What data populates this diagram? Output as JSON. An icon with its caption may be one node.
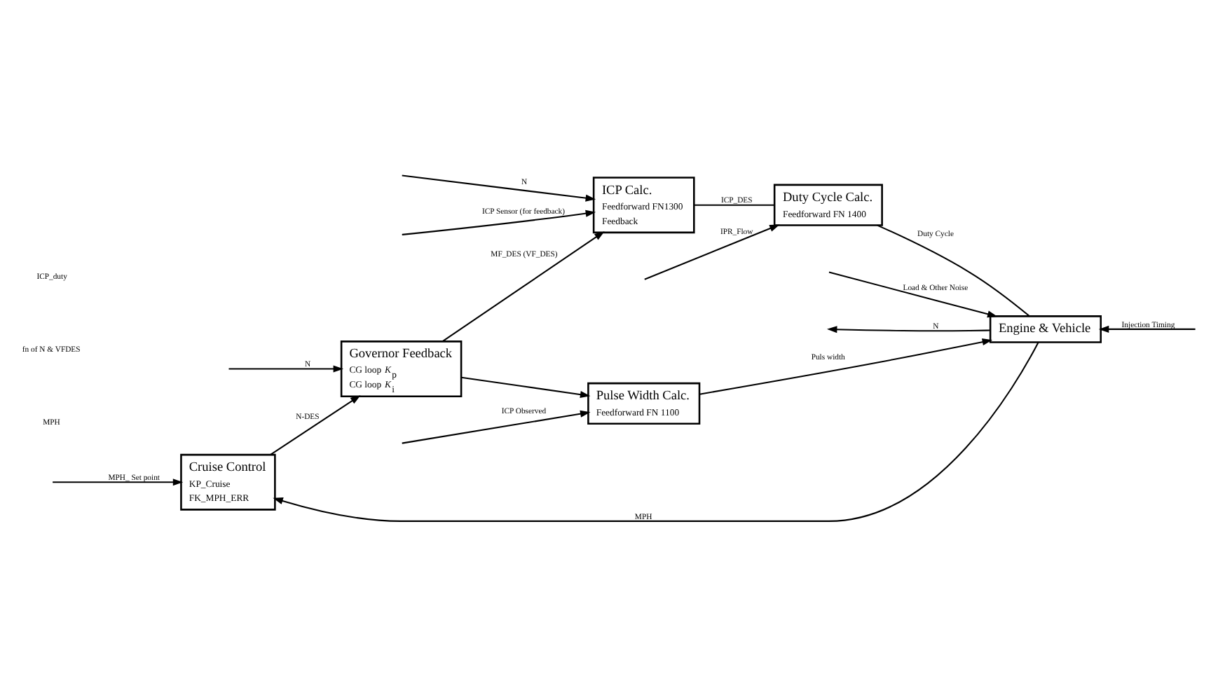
{
  "diagram": {
    "nodes": [
      {
        "text": [
          "Cruise Control",
          "KP_Cruise",
          "FK_MPH_ERR"
        ]
      },
      {
        "text": [
          "Governor Feedback",
          "CG loop *K*$_{p}$",
          "CG loop *K*$_{i}$"
        ]
      },
      {
        "text": [
          "ICP Calc.",
          "Feedforward FN1300",
          "Feedback"
        ]
      },
      {
        "text": [
          "Pulse Width Calc.",
          "Feedforward FN 1100"
        ]
      },
      {
        "text": [
          "Duty Cycle Calc.",
          "Feedforward FN 1400"
        ]
      },
      {
        "text": [
          "Engine & Vehicle"
        ]
      }
    ],
    "edges": [
      {
        "from": null,
        "to": 0,
        "arrow": "to",
        "label": "MPH_ Set point"
      },
      {
        "from": 5,
        "to": 0,
        "arrow": "to",
        "label": "MPH"
      },
      {
        "from": 0,
        "to": 1,
        "arrow": "to",
        "label": "N-DES"
      },
      {
        "from": null,
        "to": 1,
        "arrow": "to",
        "label": "N"
      },
      {
        "from": 1,
        "to": 2,
        "arrow": "to",
        "label": "MF_DES (VF_DES)"
      },
      {
        "from": 1,
        "to": 3,
        "arrow": "to"
      },
      {
        "from": null,
        "to": 3,
        "arrow": "to",
        "label": "ICP Observed"
      },
      {
        "from": null,
        "to": 2,
        "arrow": "to",
        "label": "N"
      },
      {
        "from": null,
        "to": 2,
        "arrow": "to",
        "label": "ICP Sensor (for feedback)"
      },
      {
        "from": 2,
        "to": 4,
        "arrow": "none",
        "label": "ICP_DES"
      },
      {
        "from": null,
        "to": 4,
        "arrow": "to",
        "label": "IPR_Flow"
      },
      {
        "from": 3,
        "to": 5,
        "arrow": "to",
        "label": "Puls width"
      },
      {
        "from": null,
        "to": 5,
        "arrow": "to",
        "label": "Load & Other Noise"
      },
      {
        "from": 4,
        "to": 5,
        "arrow": "none",
        "label": "Duty Cycle"
      },
      {
        "from": 5,
        "to": null,
        "arrow": "to",
        "label": "N"
      },
      {
        "from": null,
        "to": 5,
        "arrow": "to",
        "label": "Injection Timing"
      }
    ],
    "labels": [
      "MPH",
      "fn of N & VFDES",
      "ICP_duty"
    ]
  }
}
